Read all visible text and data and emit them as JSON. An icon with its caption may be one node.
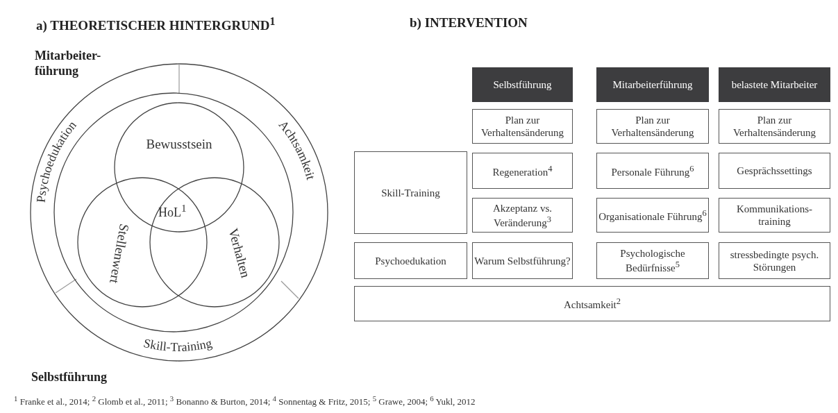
{
  "diagram": {
    "nodes": [
      {
        "text": [
          "Psychoedukation",
          "Achtsamkeit",
          "Skill-Training"
        ]
      },
      {
        "text": [],
        "shape": "circle",
        "in": 0
      },
      {
        "text": [
          "Bewusstsein"
        ],
        "in": 1
      },
      {
        "text": [
          "Stellenwert"
        ],
        "in": 1
      },
      {
        "text": [
          "Verhalten"
        ],
        "in": 1
      },
      {
        "text": [
          "Selbstführung"
        ]
      },
      {
        "text": [
          "Mitarbeiterführung"
        ]
      },
      {
        "text": [
          "belastete Mitarbeiter"
        ]
      },
      {
        "text": [
          "Plan zur Verhaltensänderung"
        ]
      },
      {
        "text": [
          "Plan zur Verhaltensänderung"
        ]
      },
      {
        "text": [
          "Plan zur Verhaltensänderung"
        ]
      },
      {
        "text": [
          "Skill-Training"
        ]
      },
      {
        "text": [
          "Regeneration$^{4}$"
        ]
      },
      {
        "text": [
          "Personale Führung$^{6}$"
        ]
      },
      {
        "text": [
          "Gesprächssettings"
        ]
      },
      {
        "text": [
          "Akzeptanz vs. Veränderung$^{3}$"
        ]
      },
      {
        "text": [
          "Organisationale Führung$^{6}$"
        ]
      },
      {
        "text": [
          "Kommunikations- training"
        ]
      },
      {
        "text": [
          "Psychoedukation"
        ]
      },
      {
        "text": [
          "Warum Selbstführung?"
        ]
      },
      {
        "text": [
          "Psychologische Bedürfnisse$^{5}$"
        ]
      },
      {
        "text": [
          "stressbedingte psych. Störungen"
        ]
      },
      {
        "text": [
          "Achtsamkeit$^{2}$"
        ]
      }
    ],
    "labels": [
      "a) THEORETISCHER HINTERGRUND$^{1}$",
      "b) INTERVENTION",
      "Mitarbeiter- führung",
      "HoL$^{1}$",
      "Selbstführung",
      "$^{1}$ Franke et al., 2014; $^{2}$ Glomb et al., 2011; $^{3}$ Bonanno & Burton, 2014; $^{4}$ Sonnentag & Fritz, 2015; $^{5}$ Grawe, 2004; $^{6}$ Yukl, 2012"
    ]
  }
}
